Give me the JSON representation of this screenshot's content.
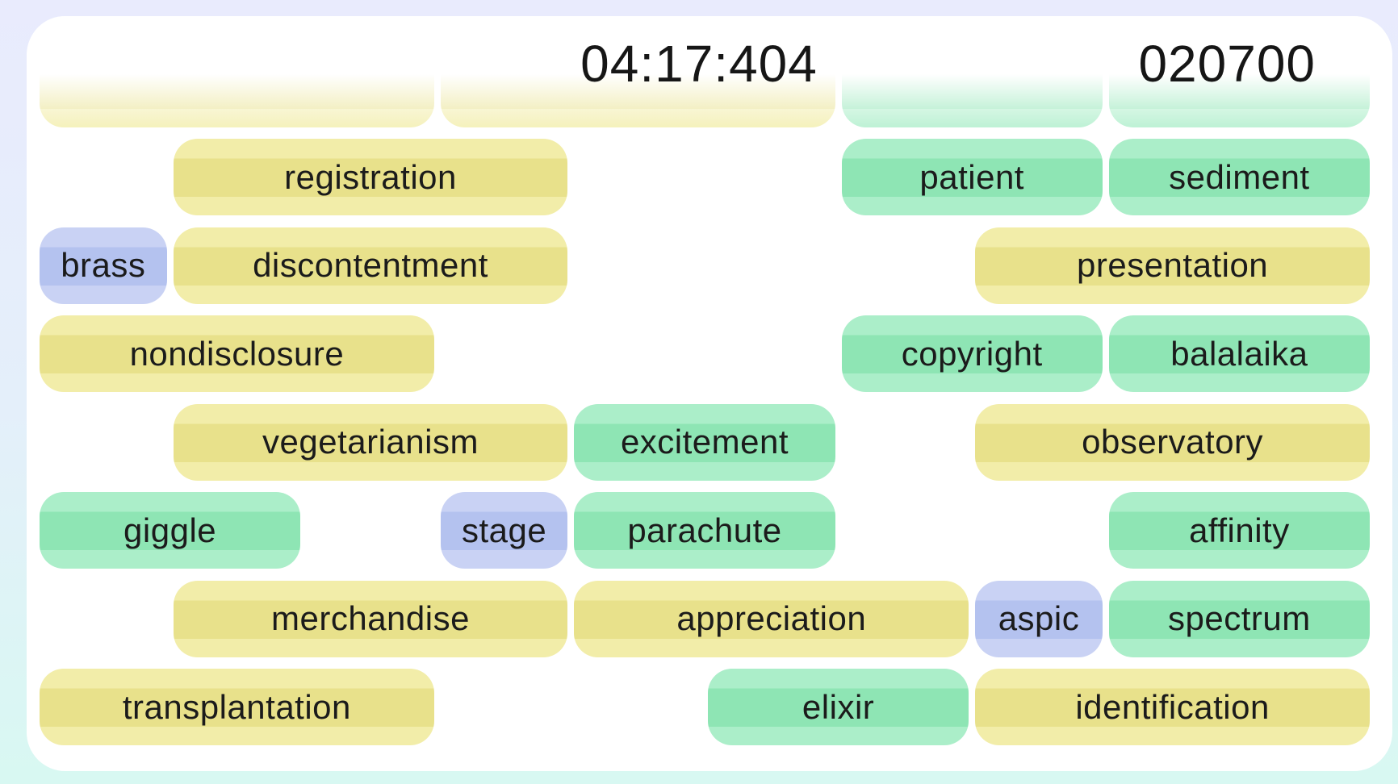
{
  "header": {
    "timer": "04:17:404",
    "score": "020700"
  },
  "palette": {
    "yellow_mid": "#e8e18b",
    "yellow_light": "#f2eda9",
    "green_mid": "#8ee5b4",
    "green_light": "#abeec9",
    "blue_mid": "#b4c2ef",
    "blue_light": "#c9d2f4",
    "text": "#1b1b1b",
    "card": "#ffffff",
    "bg_top": "#e9ebfd",
    "bg_bottom": "#d8f8f2"
  },
  "board": {
    "cut_row": [
      {
        "color": "yellow",
        "col": 0,
        "span": 3
      },
      {
        "color": "yellow",
        "col": 3,
        "span": 3
      },
      {
        "color": "green",
        "col": 6,
        "span": 2
      },
      {
        "color": "green",
        "col": 8,
        "span": 2
      }
    ],
    "rows": [
      [
        {
          "label": "registration",
          "color": "yellow",
          "col": 1,
          "span": 3
        },
        {
          "label": "patient",
          "color": "green",
          "col": 6,
          "span": 2
        },
        {
          "label": "sediment",
          "color": "green",
          "col": 8,
          "span": 2
        }
      ],
      [
        {
          "label": "brass",
          "color": "blue",
          "col": 0,
          "span": 1
        },
        {
          "label": "discontentment",
          "color": "yellow",
          "col": 1,
          "span": 3
        },
        {
          "label": "presentation",
          "color": "yellow",
          "col": 7,
          "span": 3
        }
      ],
      [
        {
          "label": "nondisclosure",
          "color": "yellow",
          "col": 0,
          "span": 3
        },
        {
          "label": "copyright",
          "color": "green",
          "col": 6,
          "span": 2
        },
        {
          "label": "balalaika",
          "color": "green",
          "col": 8,
          "span": 2
        }
      ],
      [
        {
          "label": "vegetarianism",
          "color": "yellow",
          "col": 1,
          "span": 3
        },
        {
          "label": "excitement",
          "color": "green",
          "col": 4,
          "span": 2
        },
        {
          "label": "observatory",
          "color": "yellow",
          "col": 7,
          "span": 3
        }
      ],
      [
        {
          "label": "giggle",
          "color": "green",
          "col": 0,
          "span": 2
        },
        {
          "label": "stage",
          "color": "blue",
          "col": 3,
          "span": 1
        },
        {
          "label": "parachute",
          "color": "green",
          "col": 4,
          "span": 2
        },
        {
          "label": "affinity",
          "color": "green",
          "col": 8,
          "span": 2
        }
      ],
      [
        {
          "label": "merchandise",
          "color": "yellow",
          "col": 1,
          "span": 3
        },
        {
          "label": "appreciation",
          "color": "yellow",
          "col": 4,
          "span": 3
        },
        {
          "label": "aspic",
          "color": "blue",
          "col": 7,
          "span": 1
        },
        {
          "label": "spectrum",
          "color": "green",
          "col": 8,
          "span": 2
        }
      ],
      [
        {
          "label": "transplantation",
          "color": "yellow",
          "col": 0,
          "span": 3
        },
        {
          "label": "elixir",
          "color": "green",
          "col": 5,
          "span": 2
        },
        {
          "label": "identification",
          "color": "yellow",
          "col": 7,
          "span": 3
        }
      ]
    ]
  }
}
